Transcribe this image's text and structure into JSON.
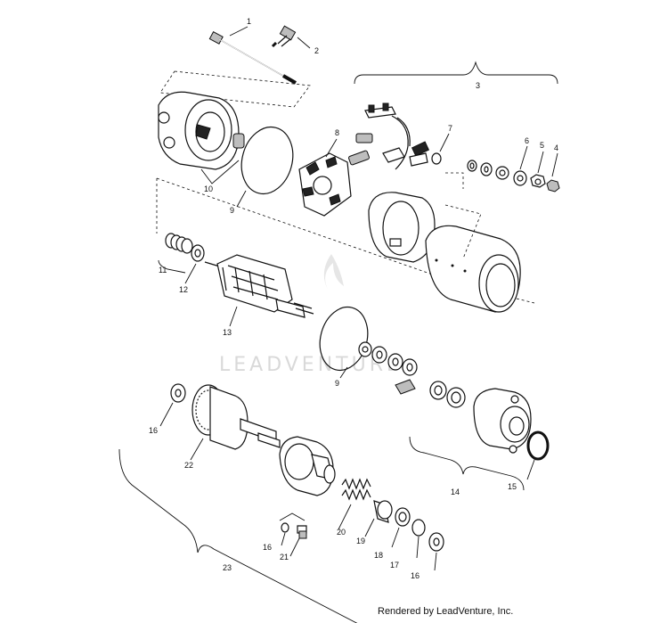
{
  "footer": {
    "credit": "Rendered by LeadVenture, Inc."
  },
  "watermark": {
    "text": "LEADVENTURE"
  },
  "callouts": {
    "c1": "1",
    "c2": "2",
    "c3": "3",
    "c4": "4",
    "c5": "5",
    "c6": "6",
    "c7": "7",
    "c8": "8",
    "c9a": "9",
    "c9b": "9",
    "c10": "10",
    "c11": "11",
    "c12": "12",
    "c13": "13",
    "c14": "14",
    "c15": "15",
    "c16a": "16",
    "c16b": "16",
    "c16c": "16",
    "c17": "17",
    "c18": "18",
    "c19": "19",
    "c20": "20",
    "c21": "21",
    "c22": "22",
    "c23": "23"
  }
}
